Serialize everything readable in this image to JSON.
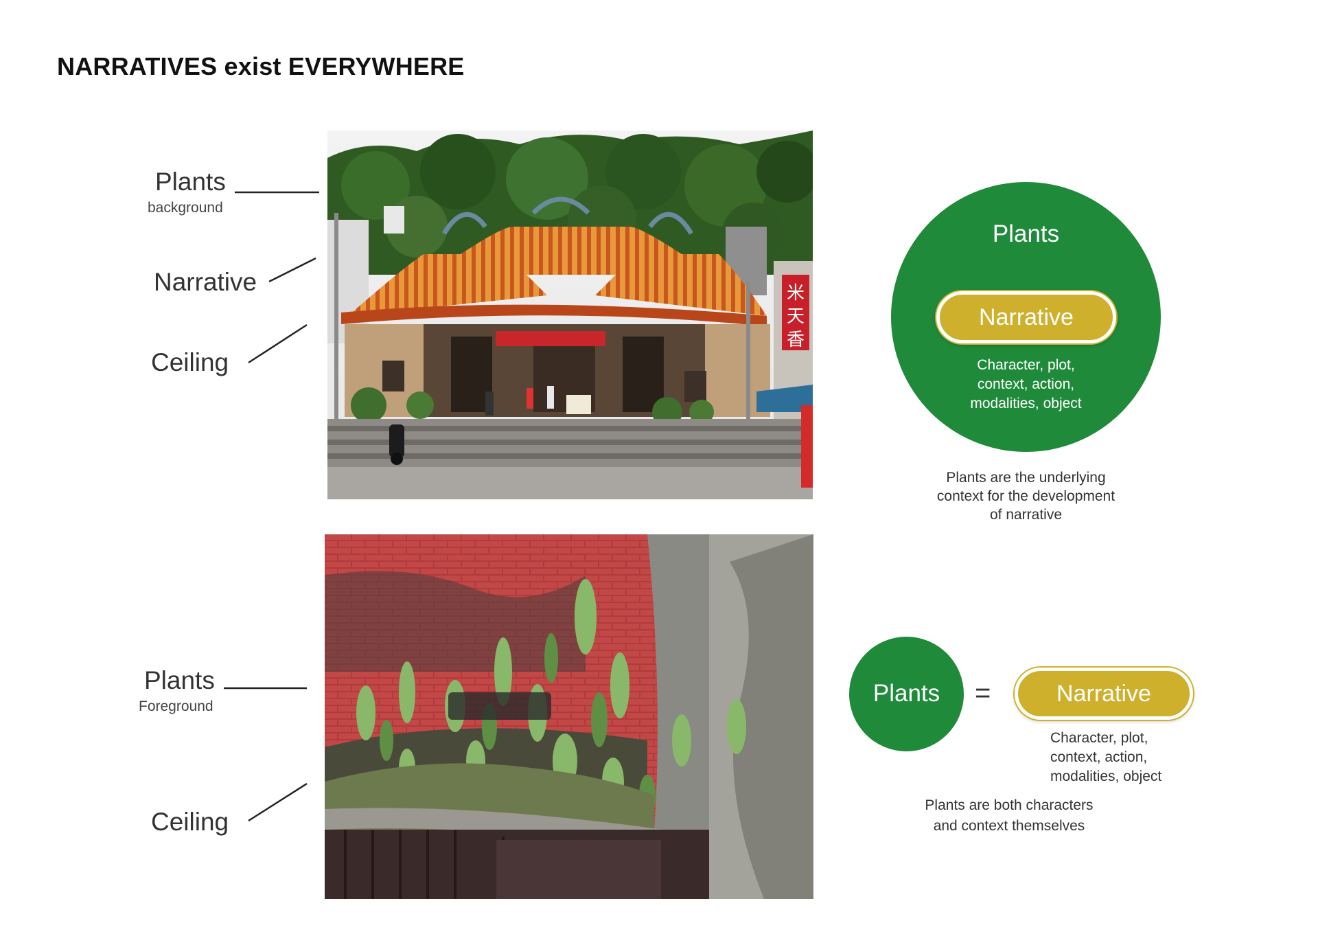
{
  "title": "NARRATIVES exist EVERYWHERE",
  "photo1": {
    "labels": {
      "plants": "Plants",
      "plants_sub": "background",
      "narrative": "Narrative",
      "ceiling": "Ceiling"
    },
    "sign_text": "米天香"
  },
  "photo2": {
    "labels": {
      "plants": "Plants",
      "plants_sub": "Foreground",
      "ceiling": "Ceiling"
    }
  },
  "diagram1": {
    "outer": "Plants",
    "inner": "Narrative",
    "inner_desc": [
      "Character, plot,",
      "context, action,",
      "modalities, object"
    ],
    "caption": [
      "Plants are the underlying",
      "context for the development",
      "of narrative"
    ]
  },
  "diagram2": {
    "left": "Plants",
    "equals": "=",
    "right": "Narrative",
    "right_desc": [
      "Character, plot,",
      "context, action,",
      "modalities, object"
    ],
    "caption": [
      "Plants are both characters",
      "and context themselves"
    ]
  },
  "colors": {
    "green": "#1e8a3a",
    "gold": "#cfb02c"
  }
}
